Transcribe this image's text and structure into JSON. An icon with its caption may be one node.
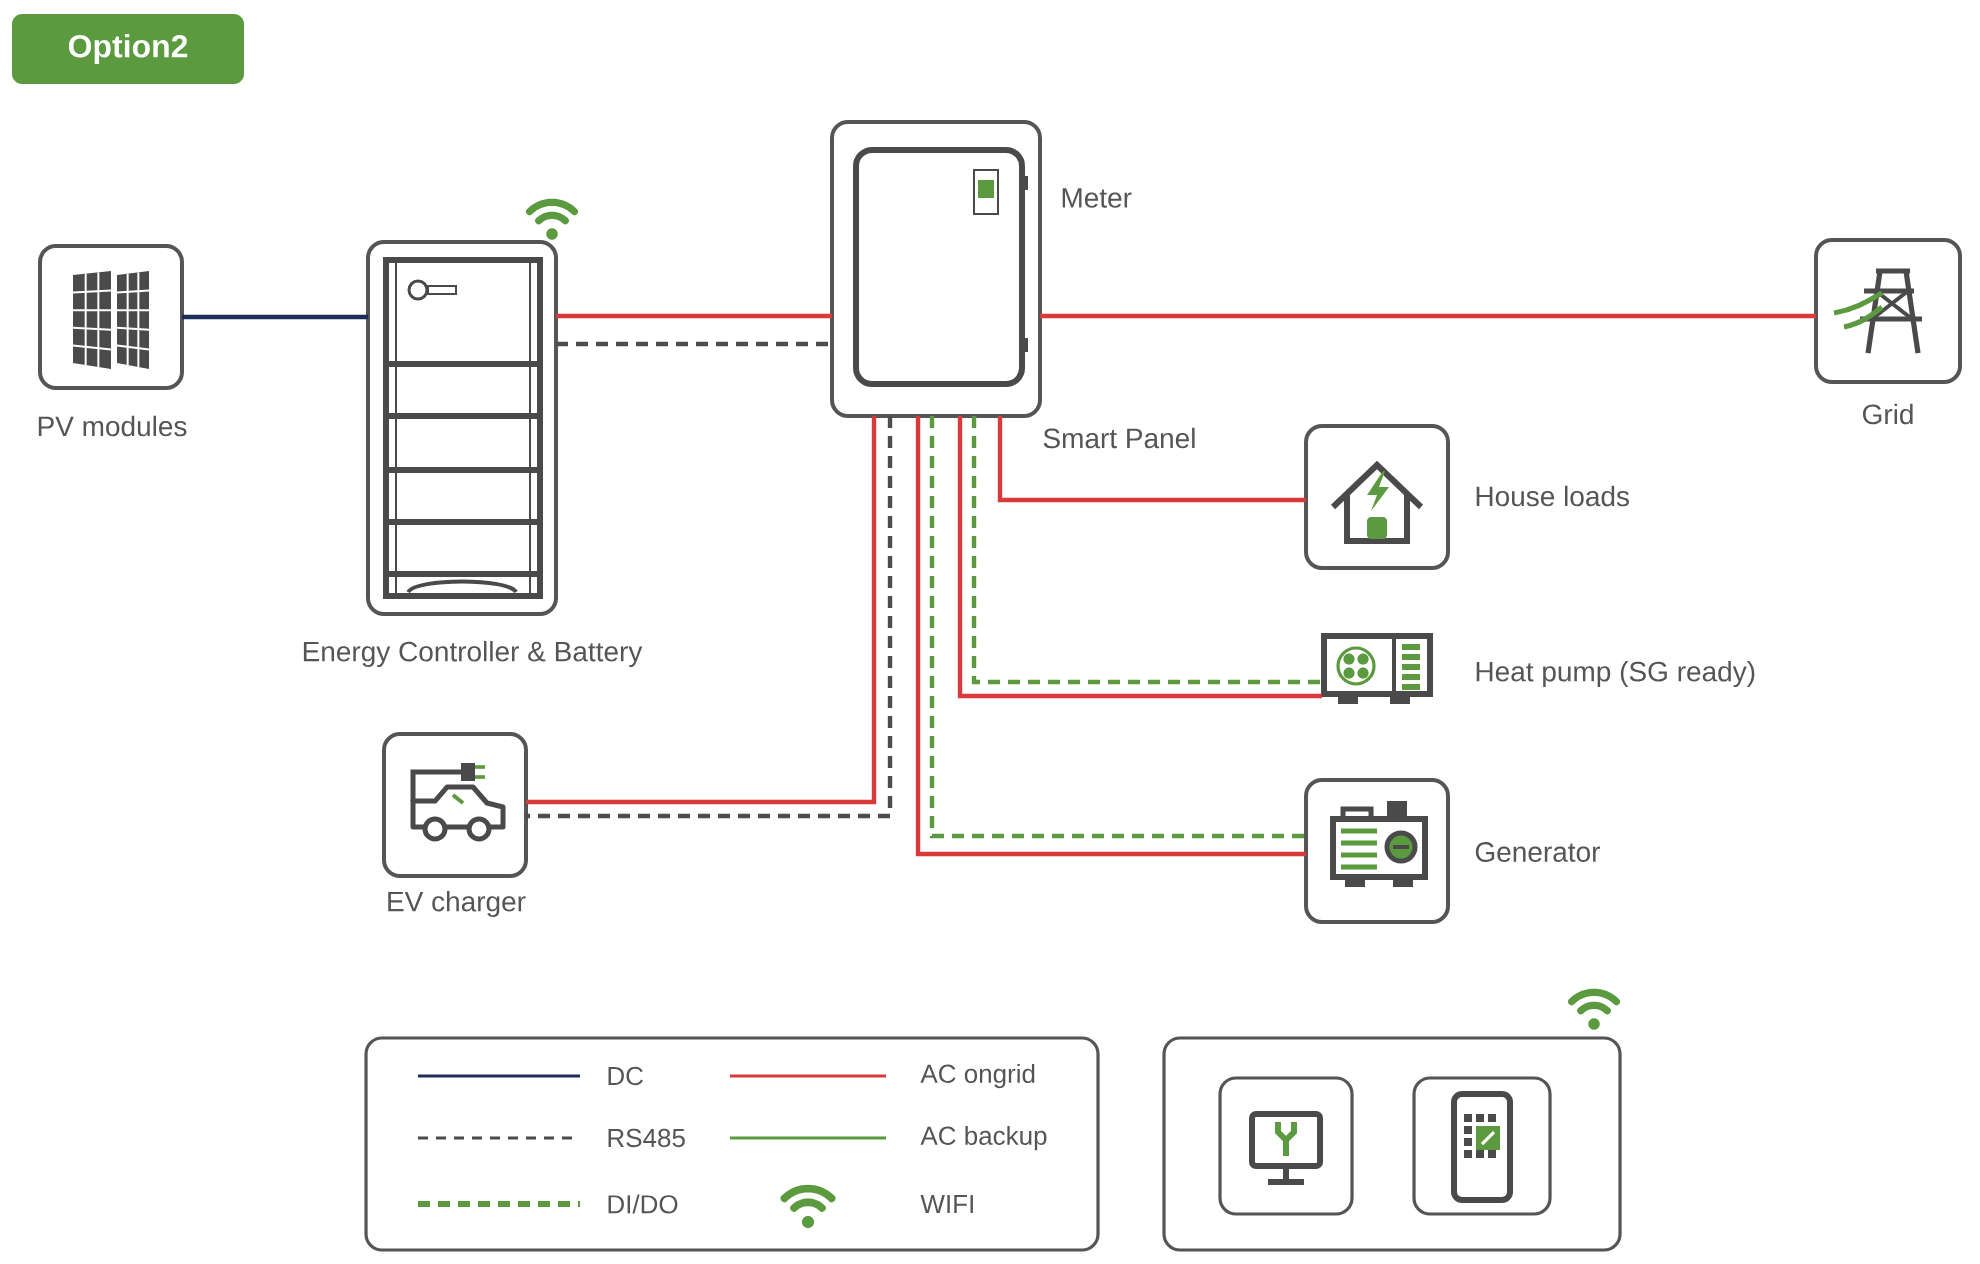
{
  "diagram": {
    "nodes": [
      {
        "text": [
          "Option2"
        ]
      },
      {
        "text": [
          "PV modules"
        ]
      },
      {
        "text": [
          "Energy Controller & Battery"
        ]
      },
      {
        "text": [
          "Smart Panel"
        ],
        "beside": [
          "Meter"
        ]
      },
      {
        "text": [
          "Grid"
        ]
      },
      {
        "text": [
          "House loads"
        ]
      },
      {
        "text": [
          "Heat pump (SG ready)"
        ]
      },
      {
        "text": [
          "EV charger"
        ]
      },
      {
        "text": [
          "Generator"
        ]
      },
      {
        "text": [],
        "shape": "box"
      },
      {
        "text": [],
        "shape": "box",
        "in": 9
      },
      {
        "text": [],
        "shape": "box",
        "in": 9
      }
    ],
    "edges": [
      {
        "from": 1,
        "to": 2,
        "arrow": "none",
        "color": "#1f2d5a"
      },
      {
        "from": 2,
        "to": 3,
        "arrow": "none"
      },
      {
        "from": 2,
        "to": 3,
        "arrow": "none",
        "style": "dashed",
        "color": "#4d4d4d"
      },
      {
        "from": 3,
        "to": 4,
        "arrow": "none"
      },
      {
        "from": 3,
        "to": 5,
        "arrow": "none"
      },
      {
        "from": 3,
        "to": 6,
        "arrow": "none"
      },
      {
        "from": 3,
        "to": 6,
        "arrow": "none",
        "style": "dashed",
        "color": "#5b9a3f"
      },
      {
        "from": 3,
        "to": 7,
        "arrow": "none"
      },
      {
        "from": 3,
        "to": 7,
        "arrow": "none",
        "style": "dashed",
        "color": "#4d4d4d"
      },
      {
        "from": 3,
        "to": 8,
        "arrow": "none"
      },
      {
        "from": 3,
        "to": 8,
        "arrow": "none",
        "style": "dashed",
        "color": "#5b9a3f"
      }
    ],
    "legend": [
      {
        "text": "DC"
      },
      {
        "text": "AC ongrid"
      },
      {
        "text": "RS485"
      },
      {
        "text": "AC backup"
      },
      {
        "text": "DI/DO"
      },
      {
        "text": "WIFI"
      }
    ]
  }
}
